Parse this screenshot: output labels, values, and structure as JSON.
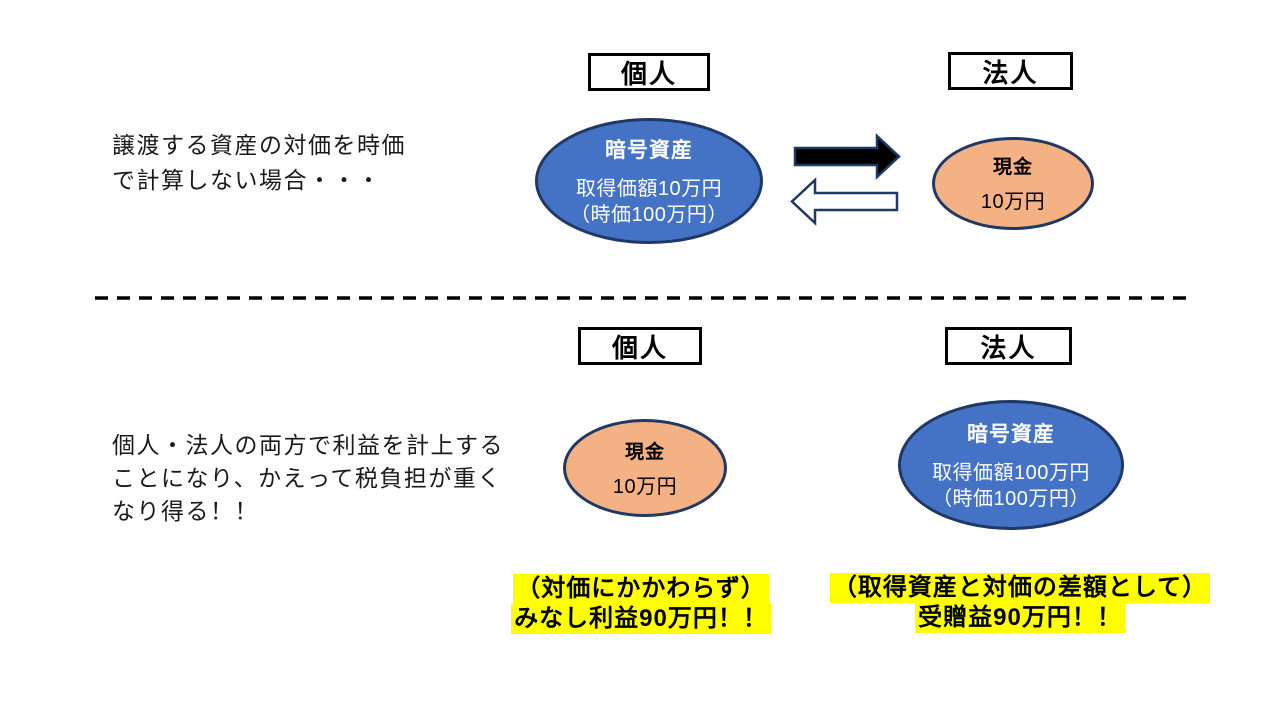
{
  "colors": {
    "crypto_fill": "#4472C4",
    "cash_fill": "#F4B183",
    "ellipse_border": "#1F3864",
    "highlight": "#FFFF00",
    "right_arrow_fill": "#000000",
    "left_arrow_fill": "#FFFFFF",
    "box_border": "#000000"
  },
  "top": {
    "note_lines": [
      "譲渡する資産の対価を時価",
      "で計算しない場合・・・"
    ],
    "individual_box": "個人",
    "corporate_box": "法人",
    "crypto": {
      "title": "暗号資産",
      "detail1": "取得価額10万円",
      "detail2": "（時価100万円）"
    },
    "cash": {
      "title": "現金",
      "detail1": "10万円"
    }
  },
  "bottom": {
    "note_lines": [
      "個人・法人の両方で利益を計上する",
      "ことになり、かえって税負担が重く",
      "なり得る！！"
    ],
    "individual_box": "個人",
    "corporate_box": "法人",
    "cash": {
      "title": "現金",
      "detail1": "10万円"
    },
    "crypto": {
      "title": "暗号資産",
      "detail1": "取得価額100万円",
      "detail2": "（時価100万円）"
    },
    "individual_result_lines": [
      "（対価にかかわらず）",
      "みなし利益90万円！！"
    ],
    "corporate_result_lines": [
      "（取得資産と対価の差額として）",
      "受贈益90万円！！"
    ]
  }
}
